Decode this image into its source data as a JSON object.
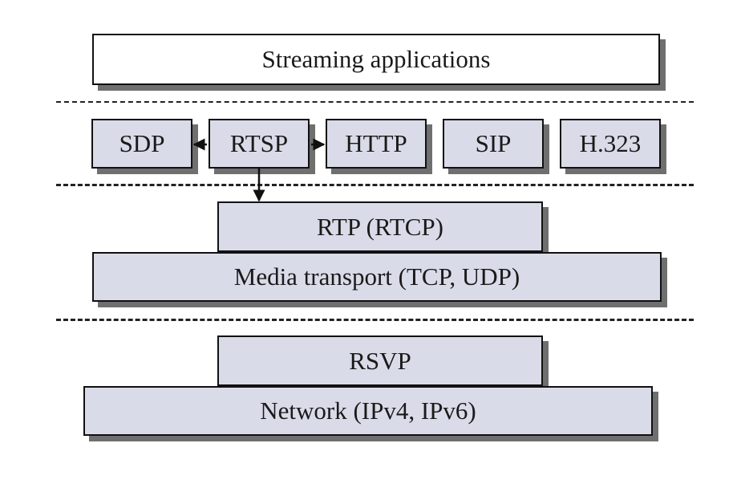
{
  "layers": {
    "applications": {
      "label": "Streaming applications"
    },
    "session_protocols": [
      {
        "label": "SDP"
      },
      {
        "label": "RTSP"
      },
      {
        "label": "HTTP"
      },
      {
        "label": "SIP"
      },
      {
        "label": "H.323"
      }
    ],
    "transport_control": {
      "label": "RTP (RTCP)"
    },
    "media_transport": {
      "label": "Media transport (TCP, UDP)"
    },
    "qos": {
      "label": "RSVP"
    },
    "network": {
      "label": "Network (IPv4, IPv6)"
    }
  },
  "colors": {
    "box_fill": "#d9dbe8",
    "app_fill": "#ffffff",
    "shadow": "#6f6f6f",
    "outline": "#111111"
  }
}
